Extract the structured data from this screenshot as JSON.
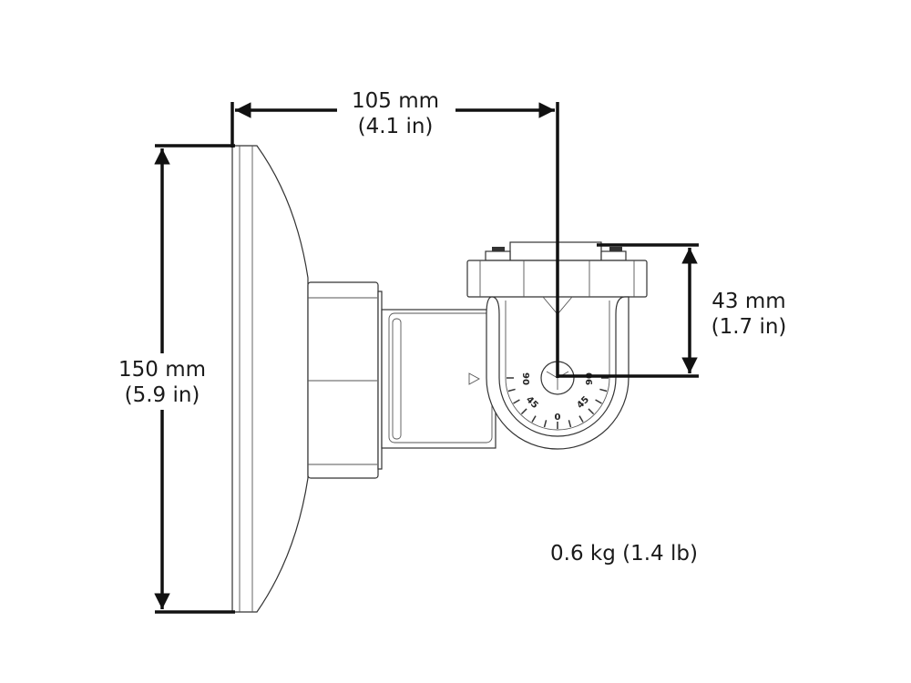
{
  "dimensions": {
    "width": {
      "metric": "105 mm",
      "imperial": "(4.1 in)"
    },
    "height": {
      "metric": "150 mm",
      "imperial": "(5.9 in)"
    },
    "offset": {
      "metric": "43 mm",
      "imperial": "(1.7 in)"
    }
  },
  "weight": "0.6 kg (1.4 lb)",
  "dial": {
    "labels": [
      "90",
      "45",
      "0",
      "45",
      "90"
    ]
  }
}
